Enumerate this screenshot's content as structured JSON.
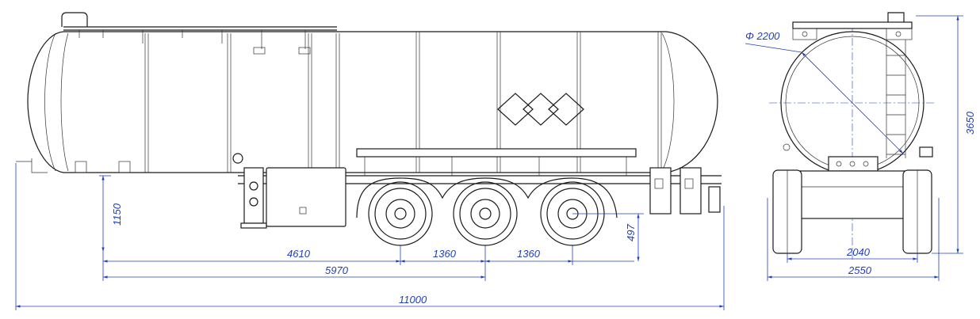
{
  "colors": {
    "dimension": "#1f3fbf",
    "outline": "#1a1a1a"
  },
  "dimensions": {
    "diameter": "Φ 2200",
    "total_height": "3650",
    "height_1150": "1150",
    "height_497": "497",
    "d_4610": "4610",
    "d_1360_a": "1360",
    "d_1360_b": "1360",
    "d_5970": "5970",
    "total_length": "11000",
    "track_width": "2040",
    "total_width": "2550"
  }
}
